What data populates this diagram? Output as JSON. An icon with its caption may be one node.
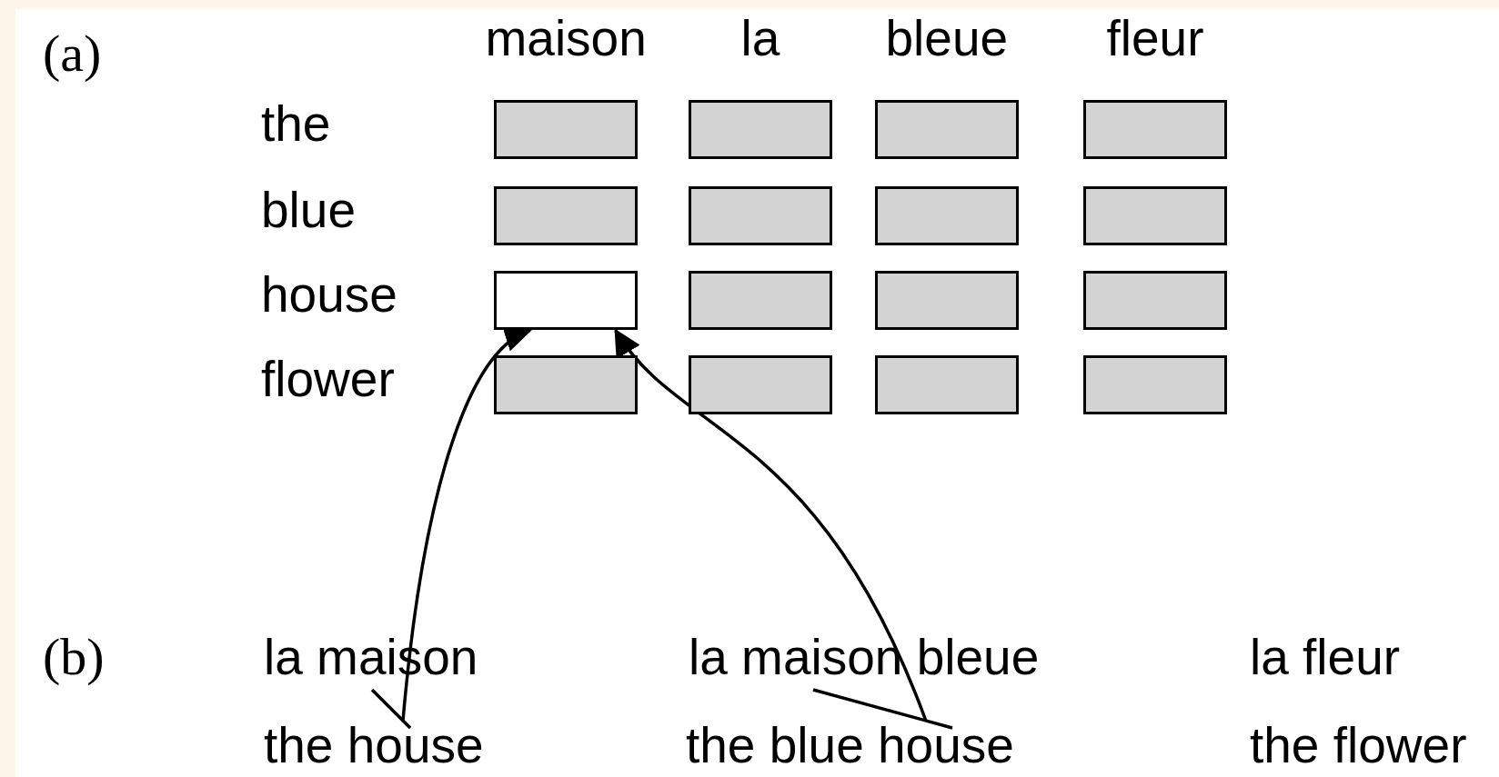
{
  "diagram": {
    "nodes": [
      {
        "text": [],
        "shape": "box"
      },
      {
        "text": [],
        "shape": "box"
      },
      {
        "text": [],
        "shape": "box"
      },
      {
        "text": [],
        "shape": "box"
      },
      {
        "text": [],
        "shape": "box"
      },
      {
        "text": [],
        "shape": "box"
      },
      {
        "text": [],
        "shape": "box"
      },
      {
        "text": [],
        "shape": "box"
      },
      {
        "text": [],
        "shape": "box"
      },
      {
        "text": [],
        "shape": "box"
      },
      {
        "text": [],
        "shape": "box"
      },
      {
        "text": [],
        "shape": "box"
      },
      {
        "text": [],
        "shape": "box"
      },
      {
        "text": [],
        "shape": "box"
      },
      {
        "text": [],
        "shape": "box"
      },
      {
        "text": [],
        "shape": "box"
      },
      {
        "text": [
          "la maison"
        ]
      },
      {
        "text": [
          "the house"
        ]
      },
      {
        "text": [
          "la maison bleue"
        ]
      },
      {
        "text": [
          "the blue house"
        ]
      },
      {
        "text": [
          "la fleur"
        ]
      },
      {
        "text": [
          "the flower"
        ]
      }
    ],
    "edges": [
      {
        "from": 16,
        "to": 17,
        "arrow": "none"
      },
      {
        "from": 18,
        "to": 19,
        "arrow": "none"
      },
      {
        "from": 17,
        "to": 8,
        "arrow": "to"
      },
      {
        "from": 19,
        "to": 8,
        "arrow": "to"
      }
    ],
    "labels": [
      "(a)",
      "maison",
      "la",
      "bleue",
      "fleur",
      "the",
      "blue",
      "house",
      "flower",
      "(b)"
    ]
  }
}
